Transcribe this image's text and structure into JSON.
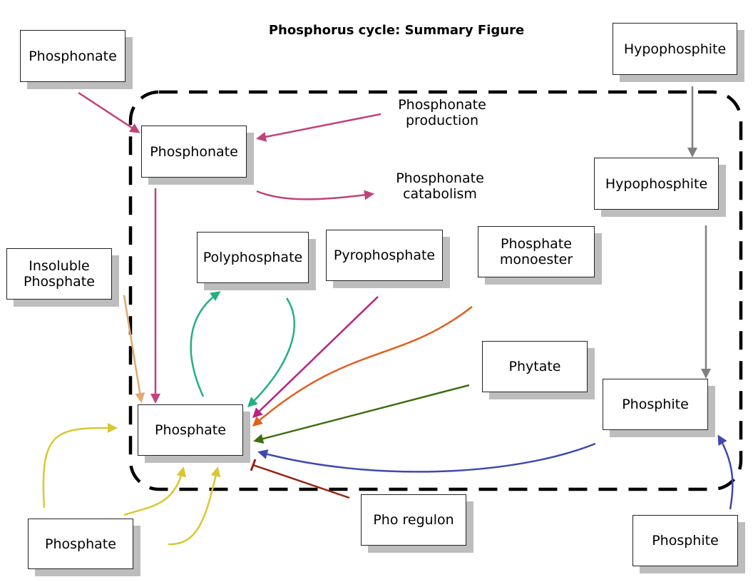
{
  "title": "Phosphorus cycle: Summary Figure",
  "nodes": {
    "phosphonate_outer": "Phosphonate",
    "hypophosphite_outer": "Hypophosphite",
    "phosphonate_inner": "Phosphonate",
    "hypophosphite_inner": "Hypophosphite",
    "insoluble_phosphate": "Insoluble\nPhosphate",
    "polyphosphate": "Polyphosphate",
    "pyrophosphate": "Pyrophosphate",
    "phosphate_monoester": "Phosphate\nmonoester",
    "phytate": "Phytate",
    "phosphite_inner": "Phosphite",
    "phosphate_inner": "Phosphate",
    "phosphate_outer": "Phosphate",
    "pho_regulon": "Pho regulon",
    "phosphite_outer": "Phosphite"
  },
  "labels": {
    "phosphonate_production": "Phosphonate\nproduction",
    "phosphonate_catabolism": "Phosphonate\ncatabolism"
  },
  "colors": {
    "phosphonate": "#c0427a",
    "hypophosphite": "#808080",
    "insoluble": "#e0a870",
    "polyphosphate": "#22b080",
    "pyrophosphate": "#b8237f",
    "monoester": "#e06020",
    "phytate": "#3e6e10",
    "phosphite": "#3f48b0",
    "external_phosphate": "#d8c830",
    "pho_regulon": "#992010",
    "cell_boundary": "#000000"
  }
}
